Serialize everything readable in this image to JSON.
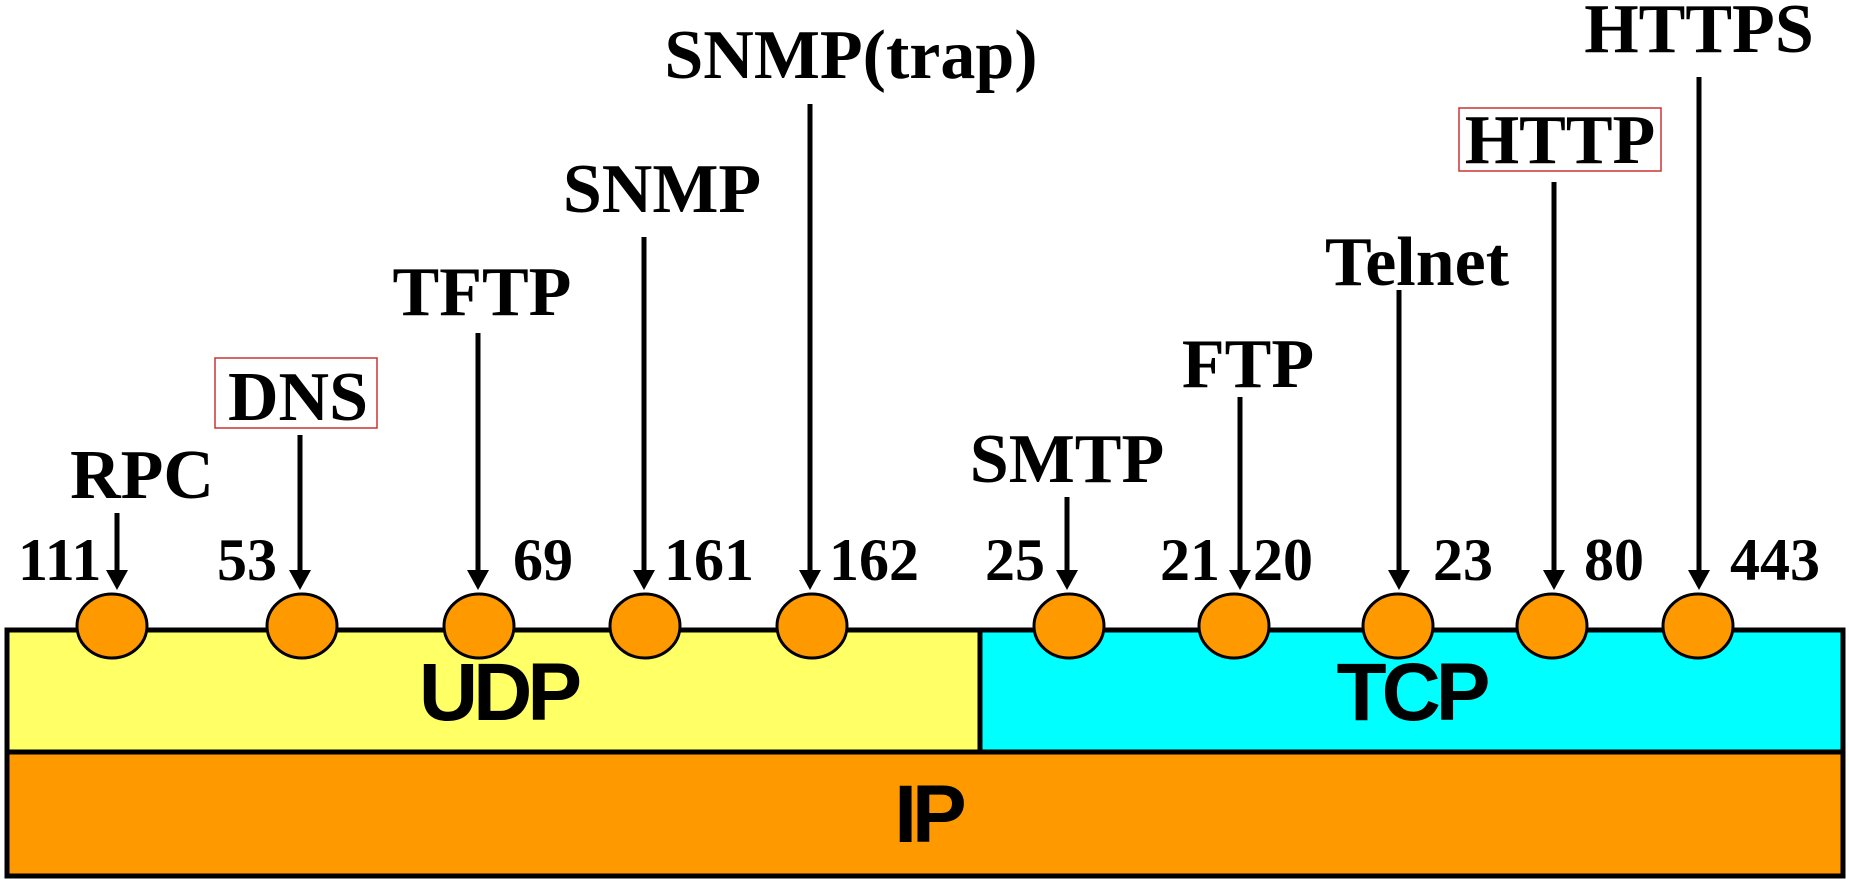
{
  "colors": {
    "udp": "#FFFF66",
    "tcp": "#00FFFF",
    "ip": "#FF9900",
    "port": "#FF9900",
    "highlight_box": "#CC3333"
  },
  "layers": {
    "udp": "UDP",
    "tcp": "TCP",
    "ip": "IP"
  },
  "services": [
    {
      "name": "RPC",
      "port": "111",
      "layer": "UDP",
      "highlighted": false
    },
    {
      "name": "DNS",
      "port": "53",
      "layer": "UDP",
      "highlighted": true
    },
    {
      "name": "TFTP",
      "port": "69",
      "layer": "UDP",
      "highlighted": false
    },
    {
      "name": "SNMP",
      "port": "161",
      "layer": "UDP",
      "highlighted": false
    },
    {
      "name": "SNMP(trap)",
      "port": "162",
      "layer": "UDP",
      "highlighted": false
    },
    {
      "name": "SMTP",
      "port": "25",
      "layer": "TCP",
      "highlighted": false
    },
    {
      "name": "FTP",
      "port": "21",
      "port2": "20",
      "layer": "TCP",
      "highlighted": false
    },
    {
      "name": "Telnet",
      "port": "23",
      "layer": "TCP",
      "highlighted": false
    },
    {
      "name": "HTTP",
      "port": "80",
      "layer": "TCP",
      "highlighted": true
    },
    {
      "name": "HTTPS",
      "port": "443",
      "layer": "TCP",
      "highlighted": false
    }
  ]
}
